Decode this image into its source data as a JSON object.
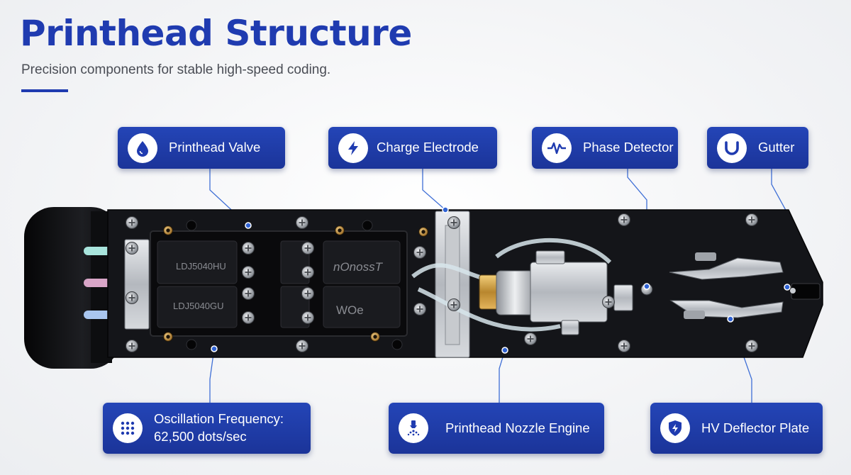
{
  "header": {
    "title": "Printhead Structure",
    "subtitle": "Precision components for stable high-speed coding."
  },
  "colors": {
    "accent": "#1f3bb0",
    "callout_bg": "#1e3aa5",
    "device_body": "#111216"
  },
  "callouts": {
    "valve": {
      "label": "Printhead Valve",
      "icon": "drop-icon"
    },
    "charge": {
      "label": "Charge Electrode",
      "icon": "lightning-icon"
    },
    "phase": {
      "label": "Phase Detector",
      "icon": "pulse-icon"
    },
    "gutter": {
      "label": "Gutter",
      "icon": "u-shape-icon"
    },
    "osc": {
      "label_line1": "Oscillation Frequency:",
      "label_line2": "62,500 dots/sec",
      "icon": "dot-grid-icon"
    },
    "nozzle": {
      "label": "Printhead Nozzle Engine",
      "icon": "nozzle-spray-icon"
    },
    "deflector": {
      "label": "HV Deflector Plate",
      "icon": "shield-bolt-icon"
    }
  },
  "device": {
    "module_labels": [
      "LDJ5040HU",
      "LDJ5040GU",
      "nOnossT",
      "WOe"
    ]
  }
}
